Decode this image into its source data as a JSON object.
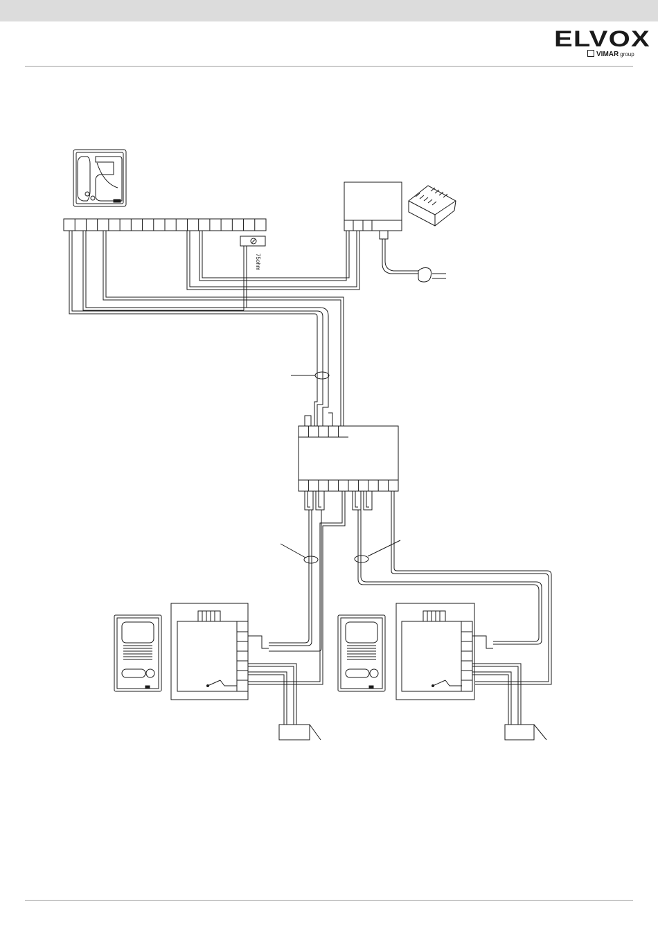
{
  "header": {
    "brand_name": "ELVOX",
    "brand_group": "VIMAR",
    "brand_group_suffix": "group"
  },
  "diagram": {
    "terminator_label": "75ohm"
  },
  "colors": {
    "header_bar": "#dcdcdc",
    "line": "#1a1a1a",
    "rule": "#9a9a9a"
  }
}
